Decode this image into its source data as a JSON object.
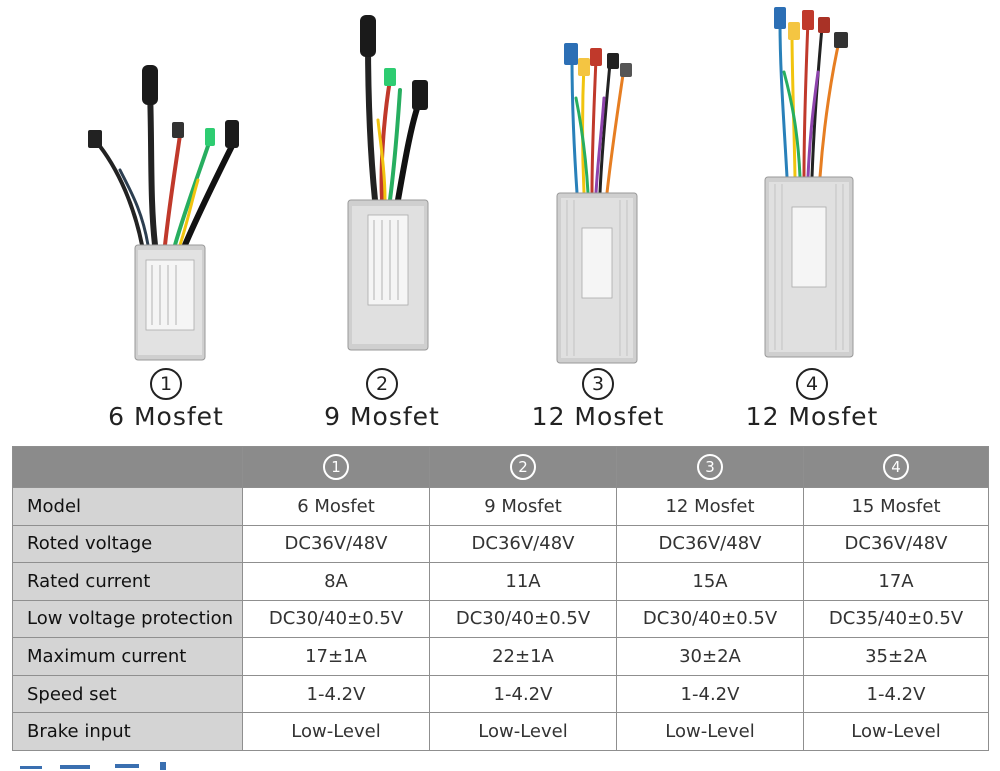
{
  "products": [
    {
      "number": "1",
      "label": "6 Mosfet"
    },
    {
      "number": "2",
      "label": "9 Mosfet"
    },
    {
      "number": "3",
      "label": "12 Mosfet"
    },
    {
      "number": "4",
      "label": "12 Mosfet"
    }
  ],
  "table": {
    "header": [
      "1",
      "2",
      "3",
      "4"
    ],
    "rows": [
      {
        "label": "Model",
        "values": [
          "6 Mosfet",
          "9 Mosfet",
          "12 Mosfet",
          "15 Mosfet"
        ]
      },
      {
        "label": "Roted voltage",
        "values": [
          "DC36V/48V",
          "DC36V/48V",
          "DC36V/48V",
          "DC36V/48V"
        ]
      },
      {
        "label": "Rated current",
        "values": [
          "8A",
          "11A",
          "15A",
          "17A"
        ]
      },
      {
        "label": "Low voltage protection",
        "values": [
          "DC30/40±0.5V",
          "DC30/40±0.5V",
          "DC30/40±0.5V",
          "DC35/40±0.5V"
        ]
      },
      {
        "label": "Maximum current",
        "values": [
          "17±1A",
          "22±1A",
          "30±2A",
          "35±2A"
        ]
      },
      {
        "label": "Speed set",
        "values": [
          "1-4.2V",
          "1-4.2V",
          "1-4.2V",
          "1-4.2V"
        ]
      },
      {
        "label": "Brake input",
        "values": [
          "Low-Level",
          "Low-Level",
          "Low-Level",
          "Low-Level"
        ]
      }
    ]
  }
}
